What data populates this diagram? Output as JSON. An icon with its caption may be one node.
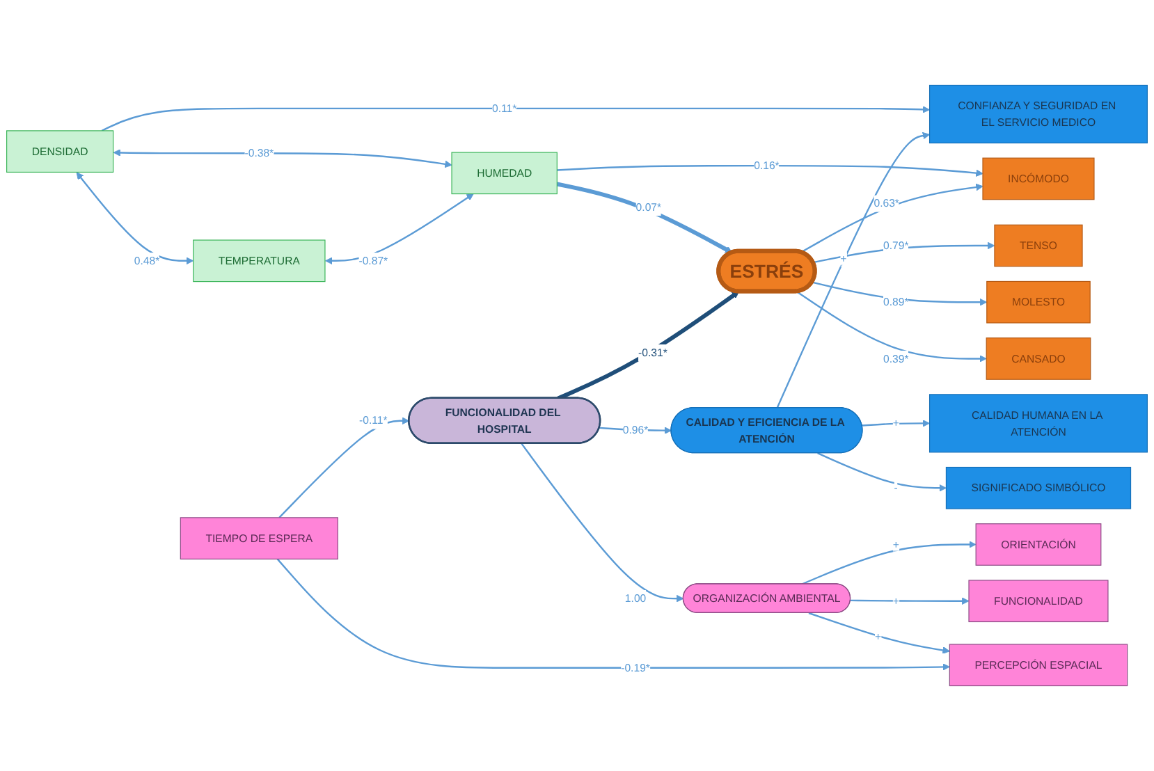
{
  "diagram": {
    "nodes": [
      {
        "text": [
          "CONFIANZA Y SEGURIDAD EN EL SERVICIO MEDICO"
        ]
      },
      {
        "text": [
          "DENSIDAD"
        ]
      },
      {
        "text": [
          "TEMPERATURA"
        ]
      },
      {
        "text": [
          "CALIDAD HUMANA EN LA ATENCIÓN"
        ]
      },
      {
        "text": [
          "CALIDAD Y EFICIENCIA DE LA ATENCIÓN"
        ]
      },
      {
        "text": [
          "HUMEDAD"
        ]
      },
      {
        "text": [
          "SIGNIFICADO SIMBÓLICO"
        ]
      },
      {
        "text": [
          "INCÓMODO"
        ]
      },
      {
        "text": [
          "FUNCIONALIDAD DEL HOSPITAL"
        ]
      },
      {
        "text": [
          "ESTRÉS"
        ]
      },
      {
        "text": [
          "TENSO"
        ]
      },
      {
        "text": [
          "MOLESTO"
        ]
      },
      {
        "text": [
          "CANSADO"
        ]
      },
      {
        "text": [
          "ORIENTACIÓN"
        ]
      },
      {
        "text": [
          "ORGANIZACIÓN AMBIENTAL"
        ]
      },
      {
        "text": [
          "FUNCIONALIDAD"
        ]
      },
      {
        "text": [
          "PERCEPCIÓN ESPACIAL"
        ]
      },
      {
        "text": [
          "TIEMPO DE ESPERA"
        ]
      }
    ],
    "edges": [
      {
        "from": 1,
        "to": 0,
        "arrow": "to",
        "label": "0.11*"
      },
      {
        "from": 1,
        "to": 2,
        "arrow": "both",
        "label": "0.48*"
      },
      {
        "from": 1,
        "to": 5,
        "arrow": "both",
        "label": "-0.38*"
      },
      {
        "from": 2,
        "to": 5,
        "arrow": "both",
        "label": "-0.87*"
      },
      {
        "from": 4,
        "to": 0,
        "arrow": "to",
        "label": "+"
      },
      {
        "from": 4,
        "to": 3,
        "arrow": "to",
        "label": "+"
      },
      {
        "from": 4,
        "to": 6,
        "arrow": "to",
        "label": "-"
      },
      {
        "from": 8,
        "to": 4,
        "arrow": "to",
        "label": "0.96*"
      },
      {
        "from": 5,
        "to": 9,
        "arrow": "to",
        "label": "0.07*",
        "style": "thick"
      },
      {
        "from": 5,
        "to": 7,
        "arrow": "to",
        "label": "0.16*"
      },
      {
        "from": 8,
        "to": 9,
        "arrow": "to",
        "label": "-0.31*",
        "style": "thick",
        "color": "#1f4e79"
      },
      {
        "from": 9,
        "to": 7,
        "arrow": "to",
        "label": "0.63*"
      },
      {
        "from": 9,
        "to": 10,
        "arrow": "to",
        "label": "0.79*"
      },
      {
        "from": 9,
        "to": 11,
        "arrow": "to",
        "label": "0.89*"
      },
      {
        "from": 9,
        "to": 12,
        "arrow": "to",
        "label": "0.39*"
      },
      {
        "from": 8,
        "to": 14,
        "arrow": "to",
        "label": "1.00"
      },
      {
        "from": 14,
        "to": 13,
        "arrow": "to",
        "label": "+"
      },
      {
        "from": 14,
        "to": 15,
        "arrow": "to",
        "label": "+"
      },
      {
        "from": 14,
        "to": 16,
        "arrow": "to",
        "label": "+"
      },
      {
        "from": 17,
        "to": 8,
        "arrow": "to",
        "label": "-0.11*"
      },
      {
        "from": 17,
        "to": 16,
        "arrow": "to",
        "label": "-0.19*"
      }
    ]
  }
}
